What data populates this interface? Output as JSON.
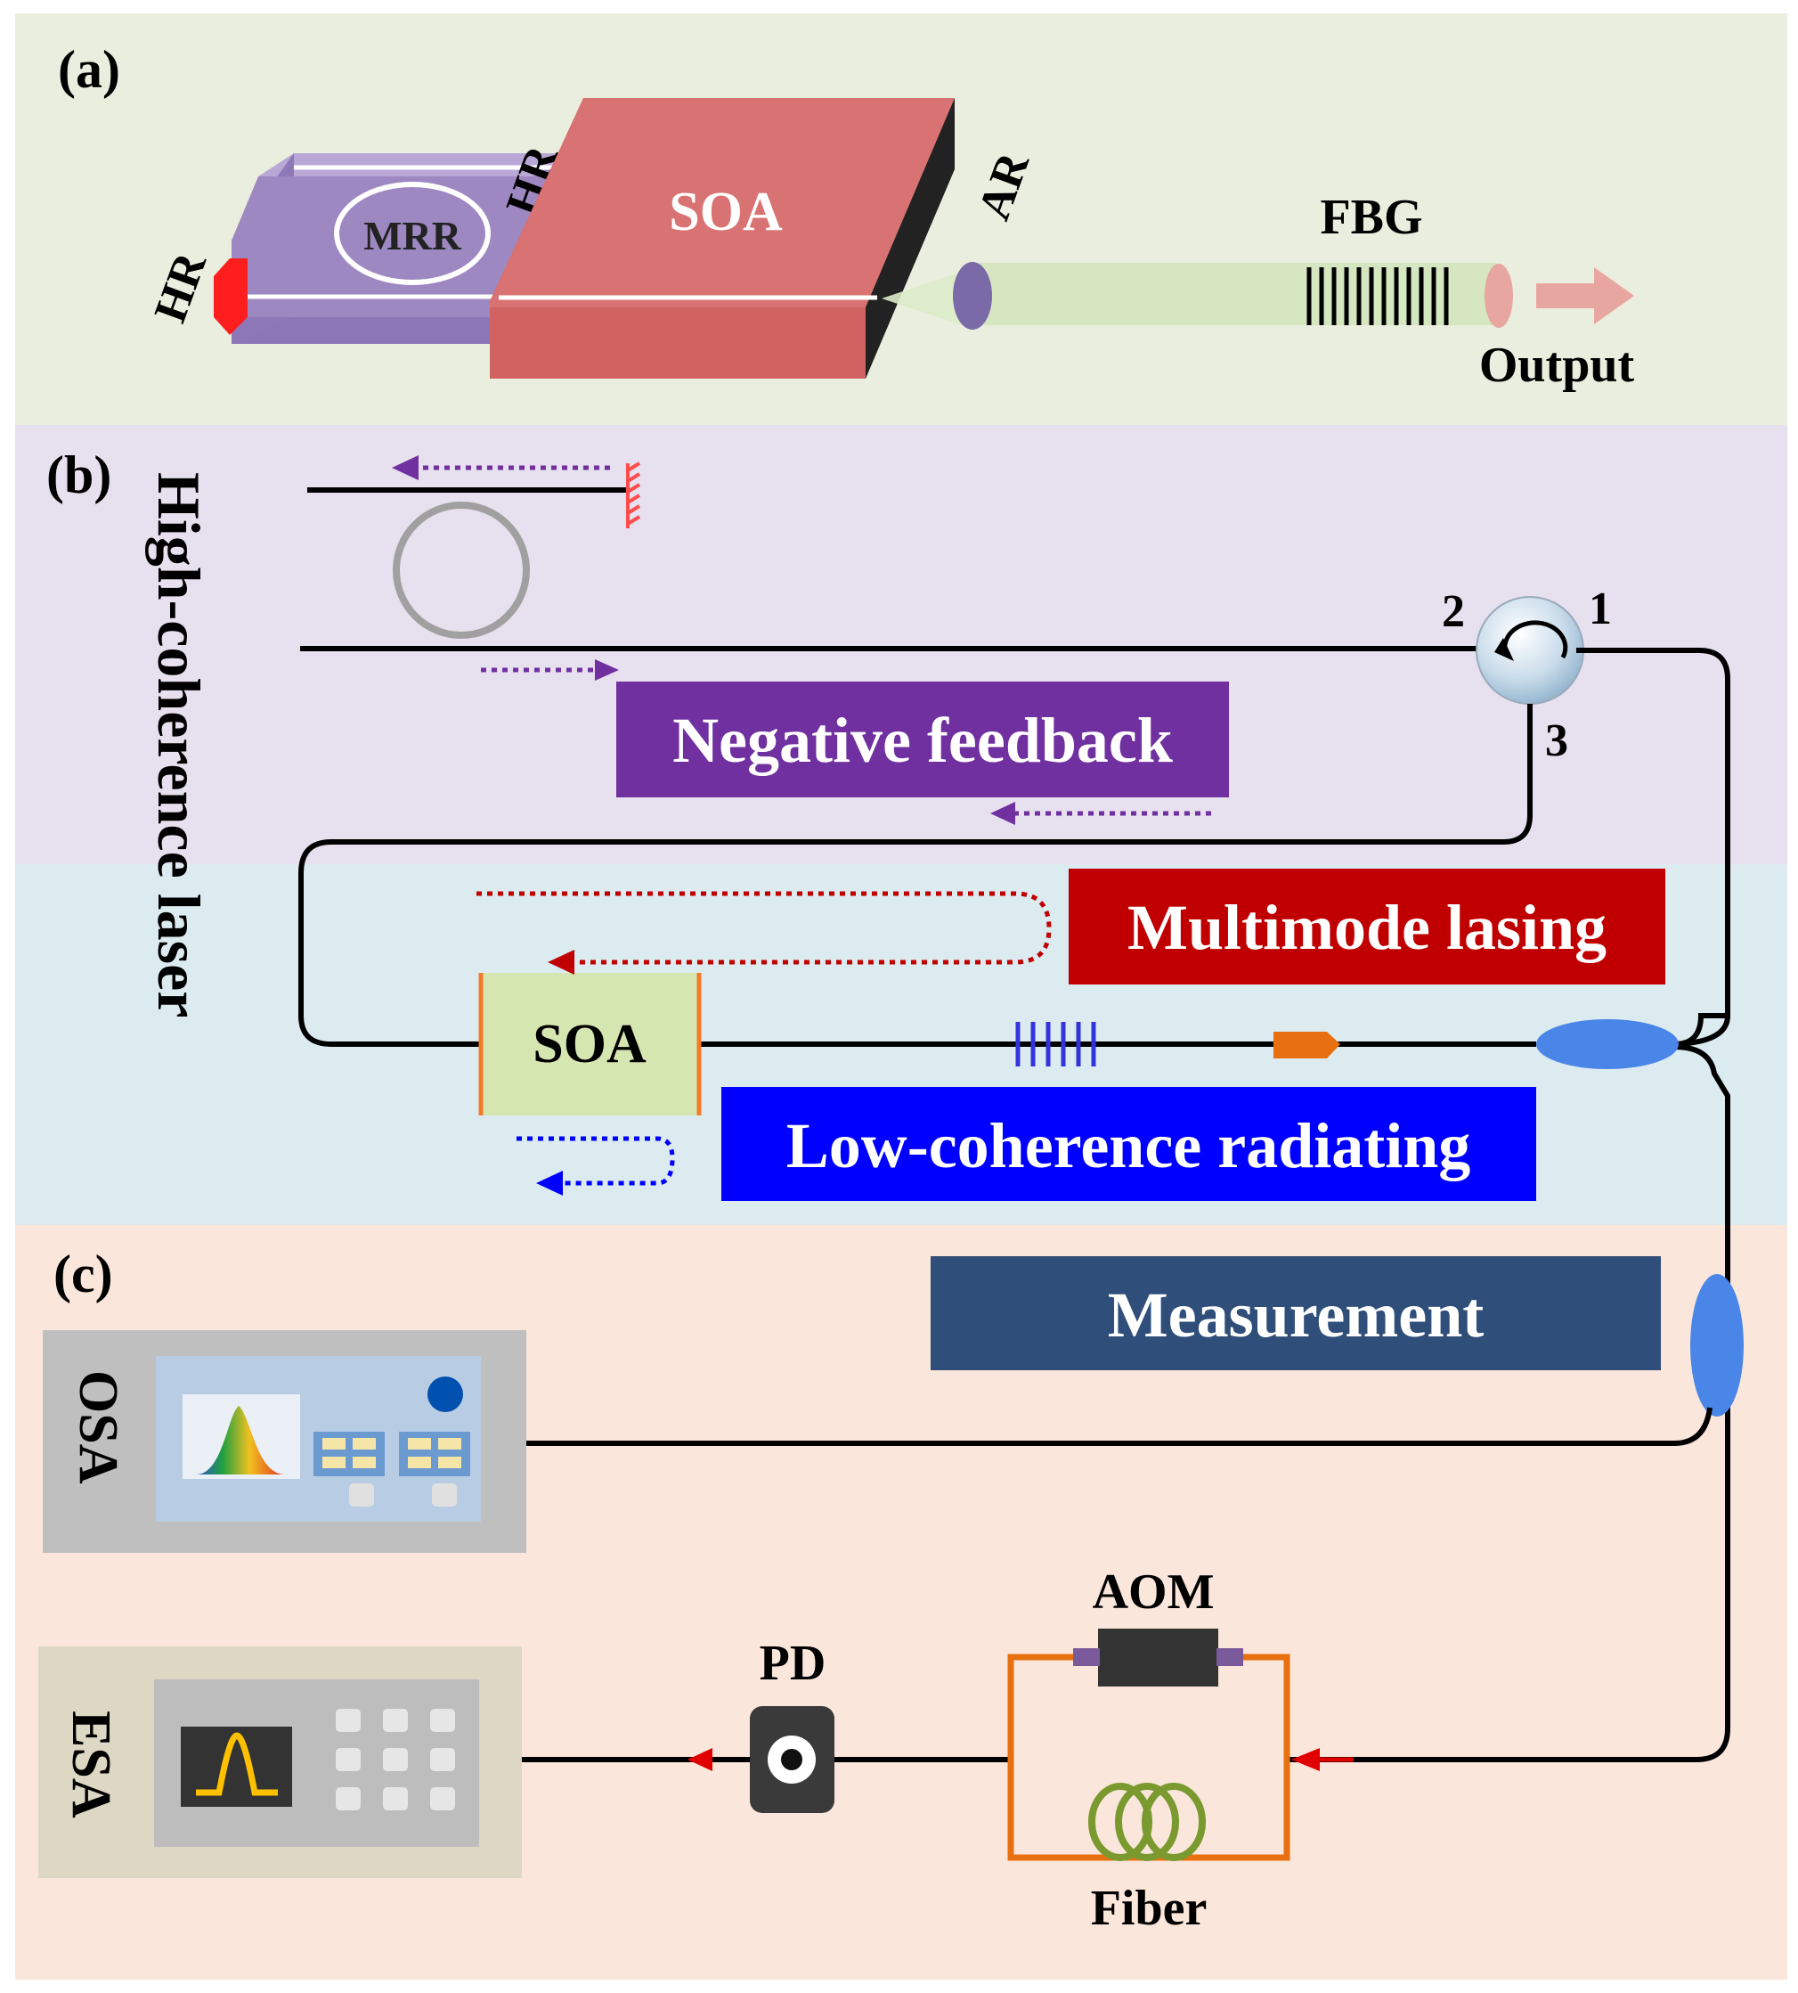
{
  "panel_a": {
    "tag": "(a)",
    "hr_left": "HR",
    "hr_mid": "HR",
    "mrr": "MRR",
    "soa": "SOA",
    "ar": "AR",
    "fbg": "FBG",
    "output": "Output"
  },
  "panel_b": {
    "tag": "(b)",
    "vertical_title": "High-coherence laser",
    "port1": "1",
    "port2": "2",
    "port3": "3",
    "soa": "SOA",
    "negative_feedback": "Negative feedback",
    "multimode_lasing": "Multimode lasing",
    "low_coherence": "Low-coherence radiating"
  },
  "panel_c": {
    "tag": "(c)",
    "measurement": "Measurement",
    "osa": "OSA",
    "esa": "ESA",
    "pd": "PD",
    "aom": "AOM",
    "fiber": "Fiber"
  },
  "colors": {
    "panel_a_bg": "#EAEEDE",
    "panel_b_top_bg": "#E7E0EE",
    "panel_b_bottom_bg": "#DCEBF0",
    "panel_c_bg": "#FAE6DA",
    "negative_feedback": "#7030A0",
    "multimode_lasing": "#C00000",
    "low_coherence": "#0000FF",
    "measurement": "#2F4F7A"
  }
}
